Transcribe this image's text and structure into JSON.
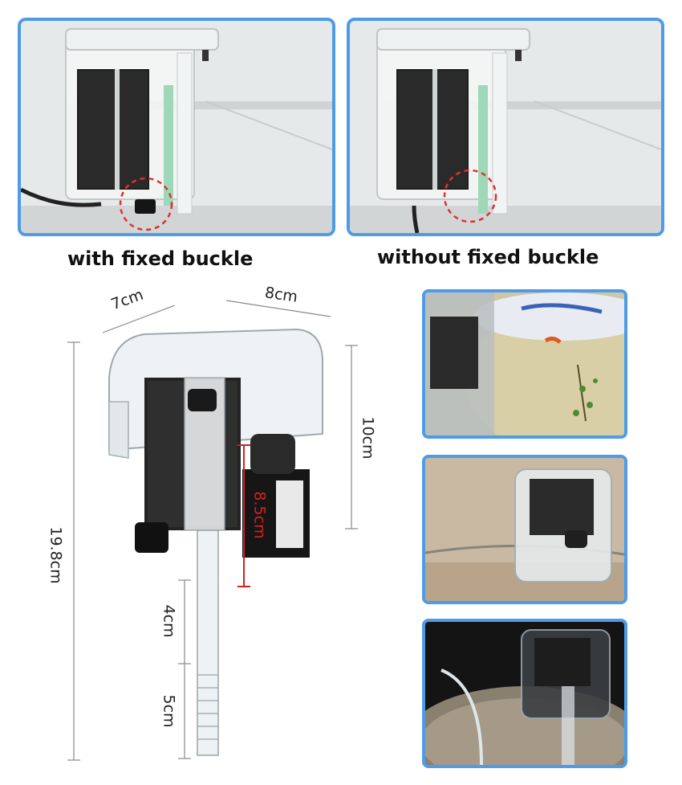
{
  "captions": {
    "left": "with fixed buckle",
    "right": "without fixed buckle"
  },
  "dimensions": {
    "depth": "7cm",
    "width": "8cm",
    "height_box": "10cm",
    "total_height": "19.8cm",
    "pump_height": "8.5cm",
    "tube_upper": "4cm",
    "tube_lower": "5cm"
  },
  "colors": {
    "frame_border": "#4f9be6",
    "highlight_circle": "#e03030",
    "measure_red": "#d42020"
  }
}
